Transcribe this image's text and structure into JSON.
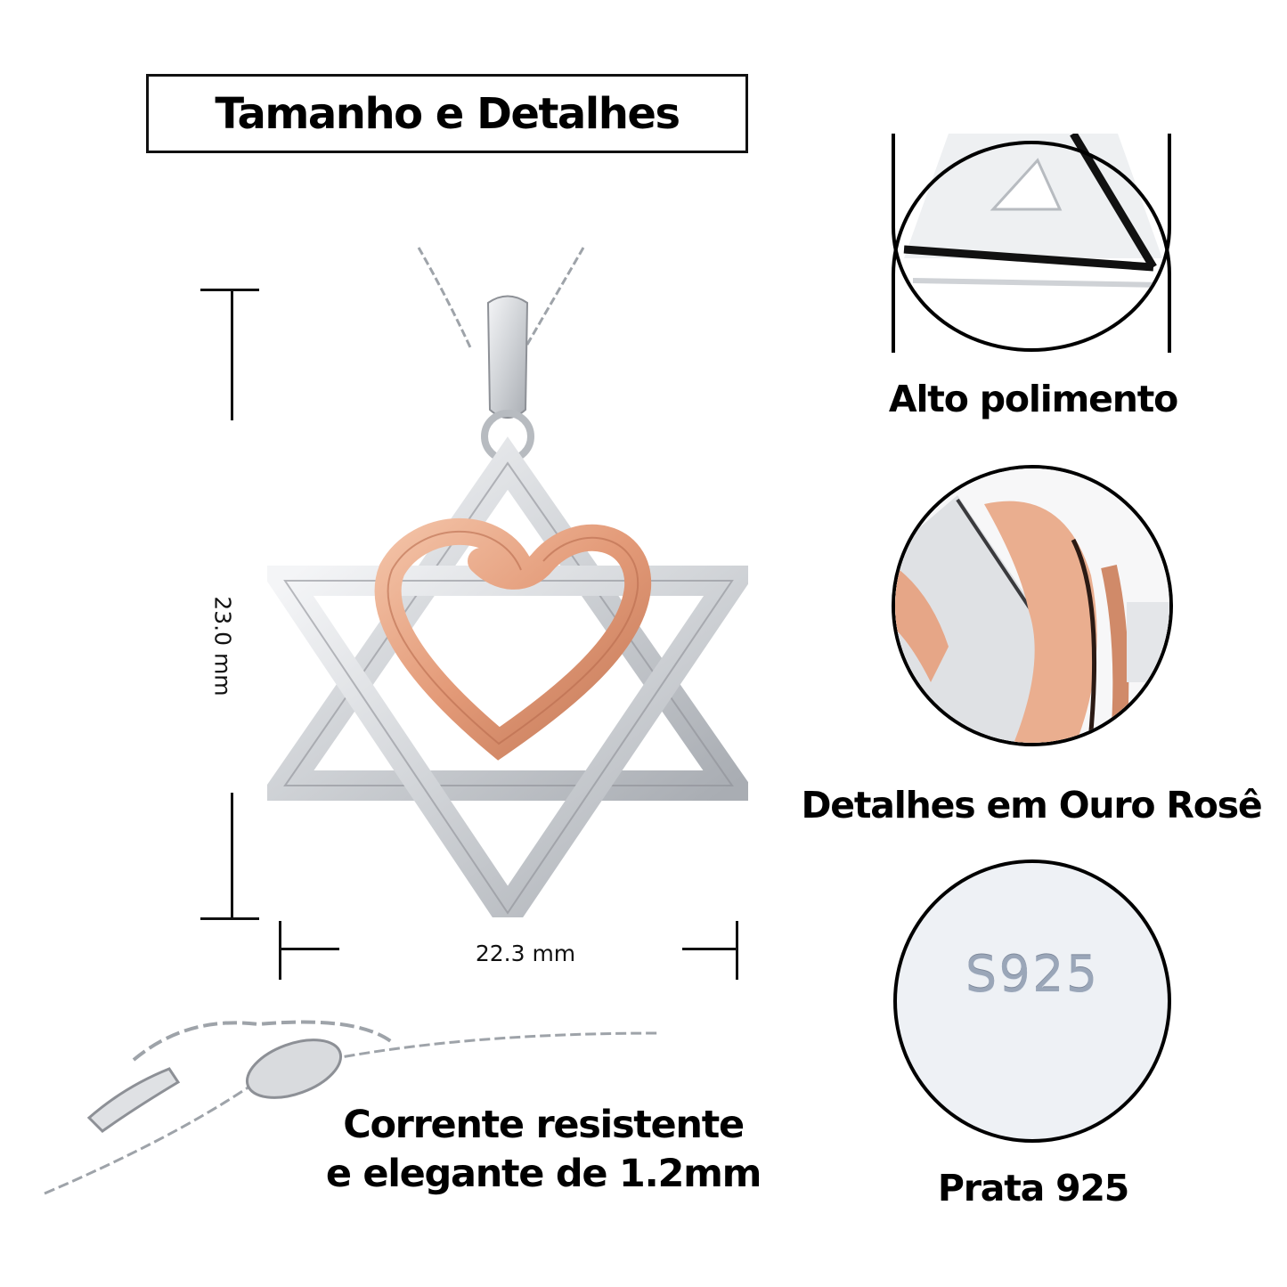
{
  "header": {
    "title": "Tamanho e Detalhes"
  },
  "dimensions": {
    "height_label": "23.0 mm",
    "width_label": "22.3 mm"
  },
  "product": {
    "name": "star-of-david-heart-pendant",
    "colors": {
      "silver": "#d9dbde",
      "silver_shadow": "#8d9096",
      "rose_gold": "#e7a07f",
      "rose_gold_dark": "#b96c4e"
    }
  },
  "features": [
    {
      "label": "Alto polimento"
    },
    {
      "label": "Detalhes em Ouro Rosê"
    },
    {
      "label": "Prata 925",
      "stamp": "S925"
    }
  ],
  "chain": {
    "caption_line1": "Corrente resistente",
    "caption_line2": "e elegante de 1.2mm"
  }
}
